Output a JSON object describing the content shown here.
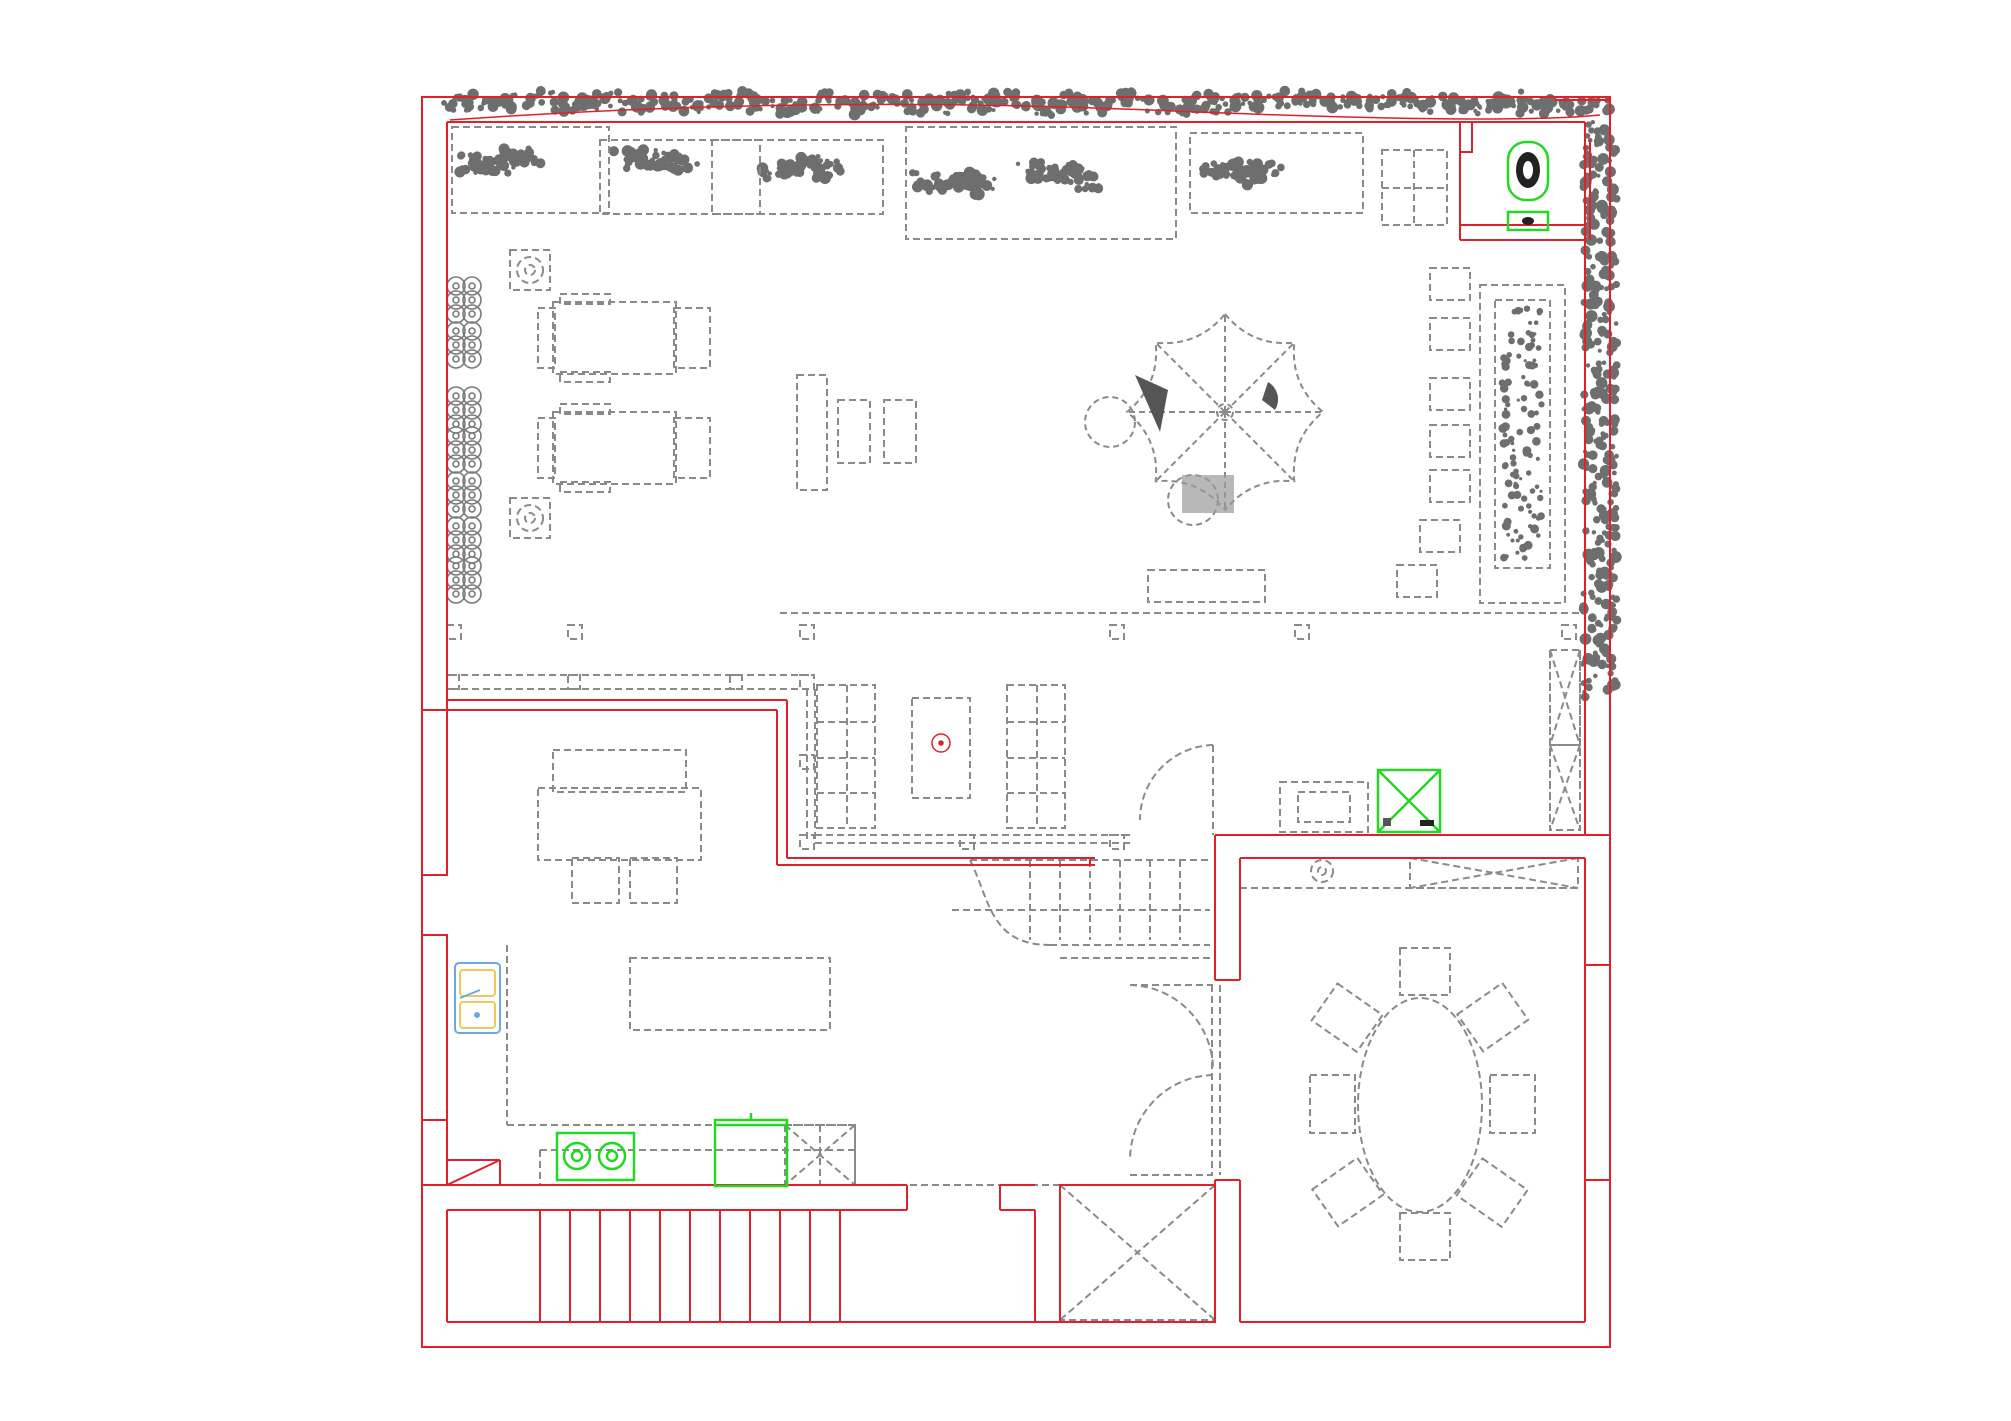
{
  "colors": {
    "background": "#ffffff",
    "wall": "#e0202a",
    "furniture": "#8a8a8a",
    "dark": "#555555",
    "planting": "#6e6e6e",
    "appliance": "#22d822",
    "sink_outline": "#6aa9e9",
    "sink_fill": "#f2d87a"
  },
  "plan": {
    "type": "architectural floor plan (terrace / rooftop level)",
    "rooms": [
      "roof-terrace",
      "terrace-lounge",
      "kitchen",
      "dining-room",
      "stair-hall",
      "staircase",
      "lift-void"
    ],
    "labels": []
  }
}
